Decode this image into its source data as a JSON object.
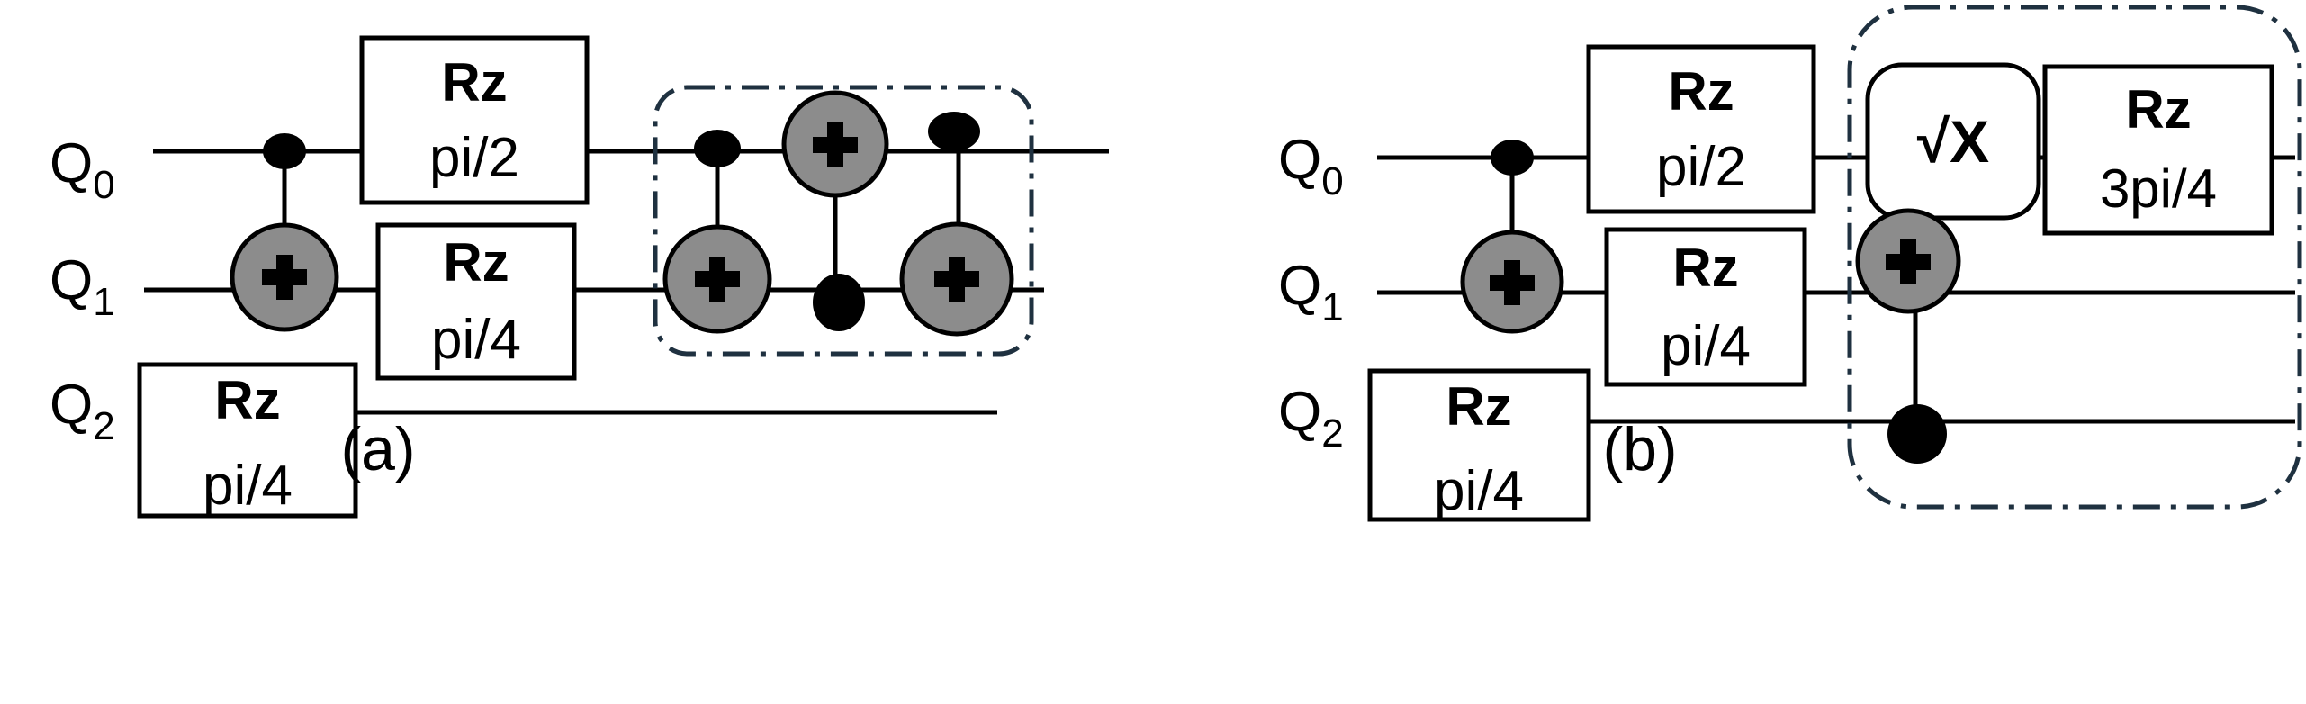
{
  "panels": [
    {
      "id": "a",
      "caption": "(a)",
      "qubits": [
        {
          "name": "Q",
          "index": "0"
        },
        {
          "name": "Q",
          "index": "1"
        },
        {
          "name": "Q",
          "index": "2"
        }
      ],
      "gates": [
        {
          "kind": "rz",
          "name": "Rz",
          "param": "pi/2",
          "qubit": 0
        },
        {
          "kind": "rz",
          "name": "Rz",
          "param": "pi/4",
          "qubit": 1
        },
        {
          "kind": "rz",
          "name": "Rz",
          "param": "pi/4",
          "qubit": 2
        },
        {
          "kind": "cnot",
          "control": 0,
          "target": 1
        },
        {
          "kind": "cnot",
          "control": 0,
          "target": 1
        },
        {
          "kind": "cnot",
          "control": 1,
          "target": 0
        },
        {
          "kind": "cnot",
          "control": 0,
          "target": 1
        }
      ],
      "highlight": "dash-dot box around the three-CNOT block on Q0/Q1"
    },
    {
      "id": "b",
      "caption": "(b)",
      "qubits": [
        {
          "name": "Q",
          "index": "0"
        },
        {
          "name": "Q",
          "index": "1"
        },
        {
          "name": "Q",
          "index": "2"
        }
      ],
      "gates": [
        {
          "kind": "rz",
          "name": "Rz",
          "param": "pi/2",
          "qubit": 0
        },
        {
          "kind": "rz",
          "name": "Rz",
          "param": "pi/4",
          "qubit": 1
        },
        {
          "kind": "rz",
          "name": "Rz",
          "param": "pi/4",
          "qubit": 2
        },
        {
          "kind": "cnot",
          "control": 0,
          "target": 1
        },
        {
          "kind": "sx",
          "name": "√X",
          "qubit": 0
        },
        {
          "kind": "rz",
          "name": "Rz",
          "param": "3pi/4",
          "qubit": 0
        },
        {
          "kind": "cnot",
          "control": 2,
          "target": 1
        }
      ],
      "highlight": "dash-dot box around the √X, Rz 3pi/4 and CNOT block"
    }
  ],
  "colors": {
    "wire": "#000000",
    "target_fill": "#8c8c8c",
    "highlight_border": "#1f3140",
    "gate_border": "#000000"
  }
}
